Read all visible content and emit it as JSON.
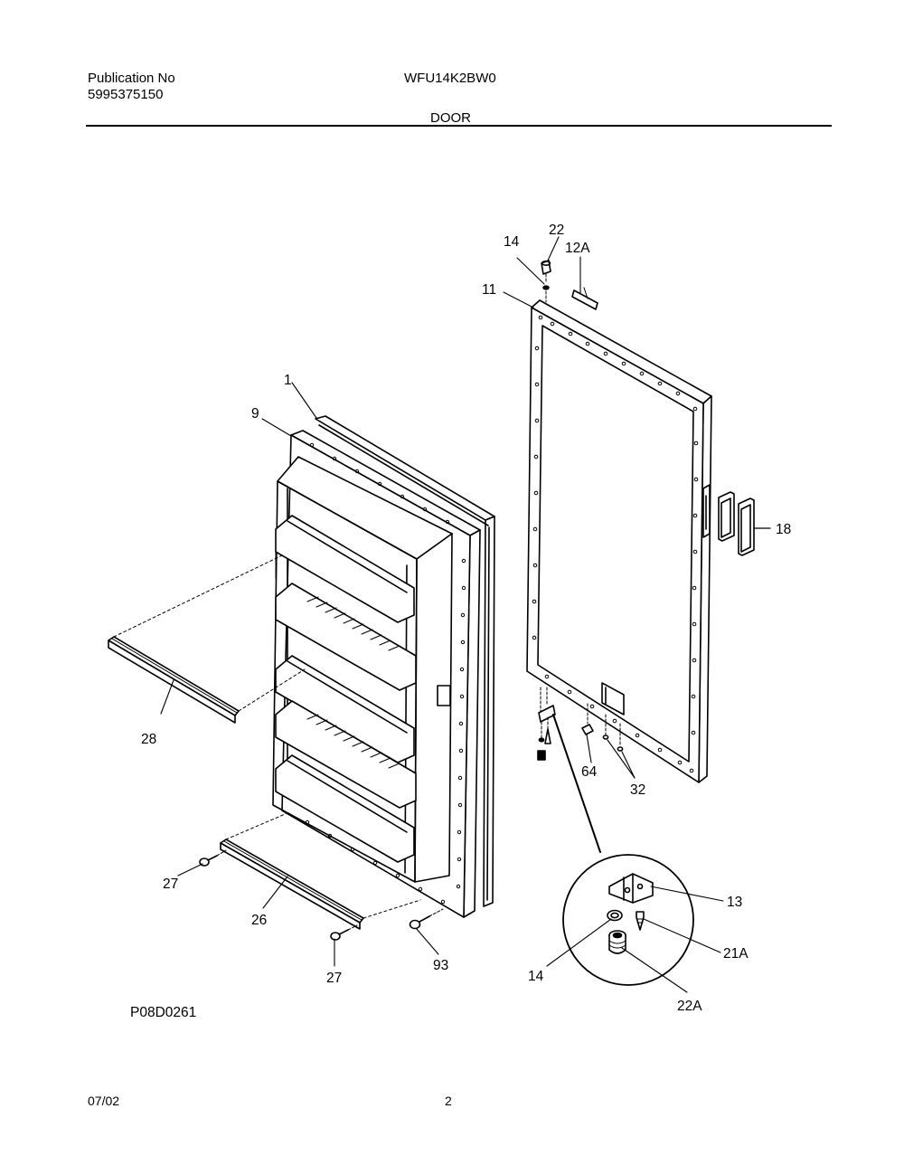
{
  "header": {
    "publication_label": "Publication No",
    "publication_number": "5995375150",
    "model": "WFU14K2BW0",
    "section": "DOOR"
  },
  "diagram": {
    "code": "P08D0261",
    "callouts": {
      "c1": "1",
      "c9": "9",
      "c11": "11",
      "c12a": "12A",
      "c13": "13",
      "c14_top": "14",
      "c14_detail": "14",
      "c18": "18",
      "c21a": "21A",
      "c22": "22",
      "c22a": "22A",
      "c26": "26",
      "c27_upper": "27",
      "c27_lower": "27",
      "c28": "28",
      "c32": "32",
      "c64": "64",
      "c93": "93"
    }
  },
  "footer": {
    "date": "07/02",
    "page": "2"
  }
}
